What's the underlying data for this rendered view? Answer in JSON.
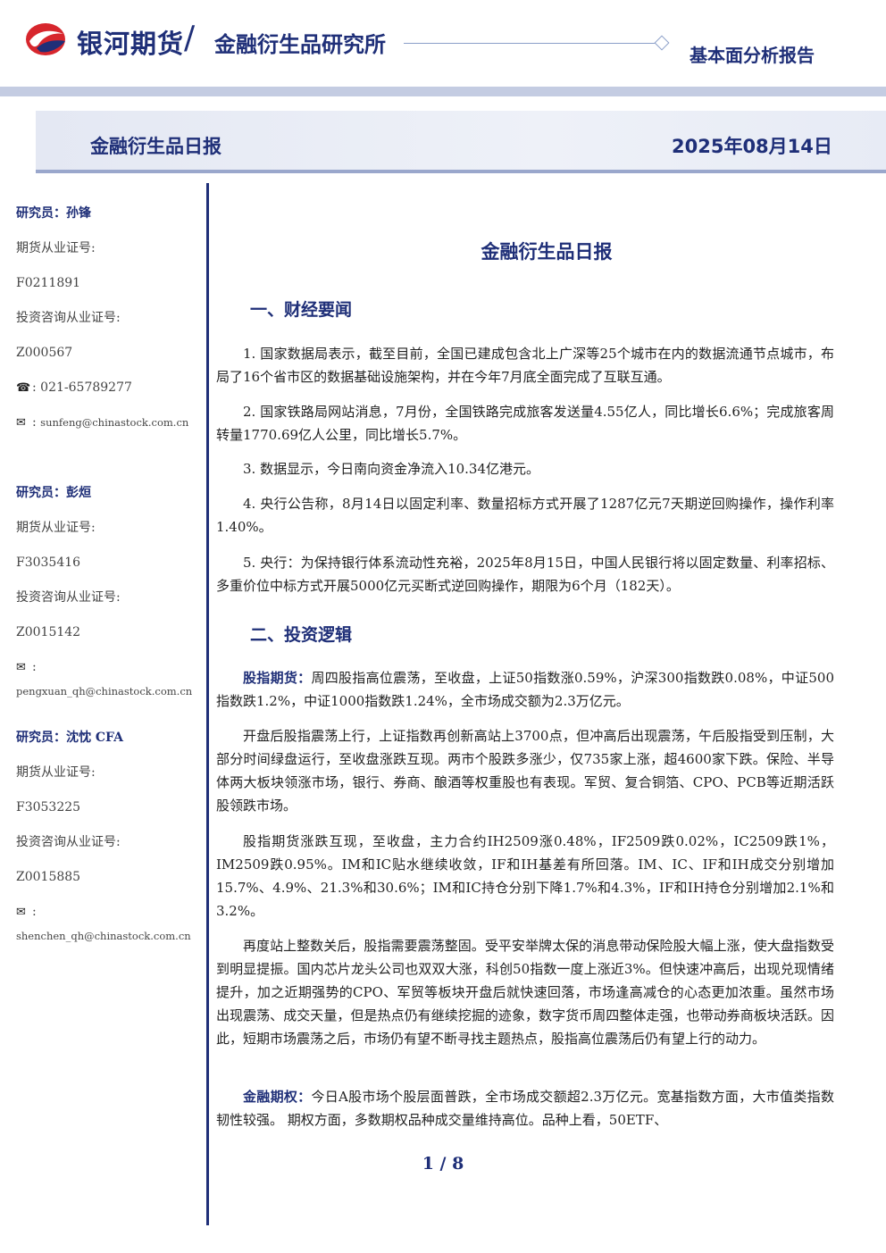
{
  "header": {
    "brand": "银河期货",
    "slash": "/",
    "institute": "金融衍生品研究所",
    "report_type": "基本面分析报告"
  },
  "banner": {
    "title": "金融衍生品日报",
    "date": "2025年08月14日"
  },
  "sidebar": {
    "analysts": [
      {
        "name": "研究员：孙锋",
        "futures_label": "期货从业证号:",
        "futures_id": "F0211891",
        "consult_label": "投资咨询从业证号:",
        "consult_id": "Z000567",
        "phone": "021-65789277",
        "email": "sunfeng@chinastock.com.cn"
      },
      {
        "name": "研究员：彭烜",
        "futures_label": "期货从业证号:",
        "futures_id": "F3035416",
        "consult_label": "投资咨询从业证号:",
        "consult_id": "Z0015142",
        "email": "pengxuan_qh@chinastock.com.cn"
      },
      {
        "name": "研究员：沈忱  CFA",
        "futures_label": "期货从业证号:",
        "futures_id": "F3053225",
        "consult_label": "投资咨询从业证号:",
        "consult_id": "Z0015885",
        "email": "shenchen_qh@chinastock.com.cn"
      }
    ]
  },
  "main": {
    "title": "金融衍生品日报",
    "section1": {
      "heading": "一、财经要闻",
      "items": [
        "1. 国家数据局表示，截至目前，全国已建成包含北上广深等25个城市在内的数据流通节点城市，布局了16个省市区的数据基础设施架构，并在今年7月底全面完成了互联互通。",
        "2. 国家铁路局网站消息，7月份，全国铁路完成旅客发送量4.55亿人，同比增长6.6%；完成旅客周转量1770.69亿人公里，同比增长5.7%。",
        "3. 数据显示，今日南向资金净流入10.34亿港元。",
        "4. 央行公告称，8月14日以固定利率、数量招标方式开展了1287亿元7天期逆回购操作，操作利率1.40%。",
        "5. 央行：为保持银行体系流动性充裕，2025年8月15日，中国人民银行将以固定数量、利率招标、多重价位中标方式开展5000亿元买断式逆回购操作，期限为6个月（182天）。"
      ]
    },
    "section2": {
      "heading": "二、投资逻辑",
      "p1_lead": "股指期货：",
      "p1": "周四股指高位震荡，至收盘，上证50指数涨0.59%，沪深300指数跌0.08%，中证500指数跌1.2%，中证1000指数跌1.24%，全市场成交额为2.3万亿元。",
      "p2": "开盘后股指震荡上行，上证指数再创新高站上3700点，但冲高后出现震荡，午后股指受到压制，大部分时间绿盘运行，至收盘涨跌互现。两市个股跌多涨少，仅735家上涨，超4600家下跌。保险、半导体两大板块领涨市场，银行、券商、酿酒等权重股也有表现。军贸、复合铜箔、CPO、PCB等近期活跃股领跌市场。",
      "p3": "股指期货涨跌互现，至收盘，主力合约IH2509涨0.48%，IF2509跌0.02%，IC2509跌1%，IM2509跌0.95%。IM和IC贴水继续收敛，IF和IH基差有所回落。IM、IC、IF和IH成交分别增加15.7%、4.9%、21.3%和30.6%；IM和IC持仓分别下降1.7%和4.3%，IF和IH持仓分别增加2.1%和3.2%。",
      "p4": "再度站上整数关后，股指需要震荡整固。受平安举牌太保的消息带动保险股大幅上涨，使大盘指数受到明显提振。国内芯片龙头公司也双双大涨，科创50指数一度上涨近3%。但快速冲高后，出现兑现情绪提升，加之近期强势的CPO、军贸等板块开盘后就快速回落，市场逢高减仓的心态更加浓重。虽然市场出现震荡、成交天量，但是热点仍有继续挖掘的迹象，数字货币周四整体走强，也带动券商板块活跃。因此，短期市场震荡之后，市场仍有望不断寻找主题热点，股指高位震荡后仍有望上行的动力。",
      "p5_lead": "金融期权：",
      "p5": "今日A股市场个股层面普跌，全市场成交额超2.3万亿元。宽基指数方面，大市值类指数韧性较强。 期权方面，多数期权品种成交量维持高位。品种上看，50ETF、"
    }
  },
  "footer": {
    "page": "1 / 8"
  },
  "colors": {
    "brand_navy": "#1f2f78",
    "logo_red": "#d7262d",
    "band": "#c4cce2"
  },
  "icons": {
    "phone": "☎",
    "email": "✉"
  }
}
